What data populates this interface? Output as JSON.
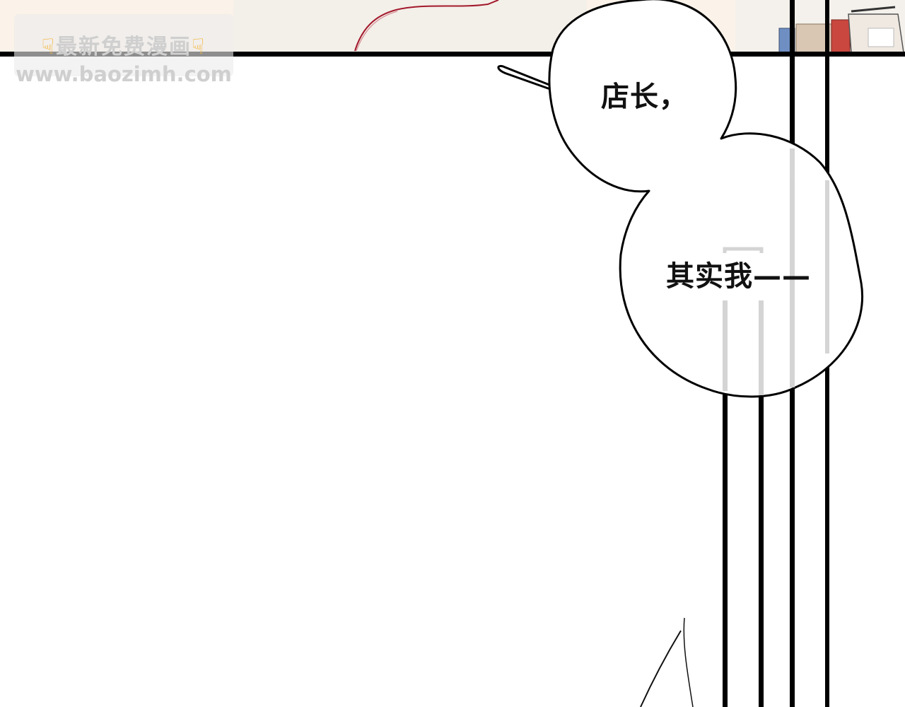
{
  "watermark": {
    "left_icon": "pointing-down-hand-icon",
    "title": "最新免费漫画",
    "right_icon": "pointing-down-hand-icon",
    "url": "www.baozimh.com"
  },
  "speech_bubble": {
    "lines": [
      "店长，",
      "其实我——"
    ]
  },
  "colors": {
    "panel_border": "#000000",
    "background": "#ffffff",
    "top_panel_tint": "#fbf3ea",
    "red_thread": "#a3192c",
    "calendar_red": "#c9473f",
    "book_blue": "#6f8fc3",
    "watermark_text": "#cfcfcf",
    "hand_icon": "#f5b63a"
  }
}
